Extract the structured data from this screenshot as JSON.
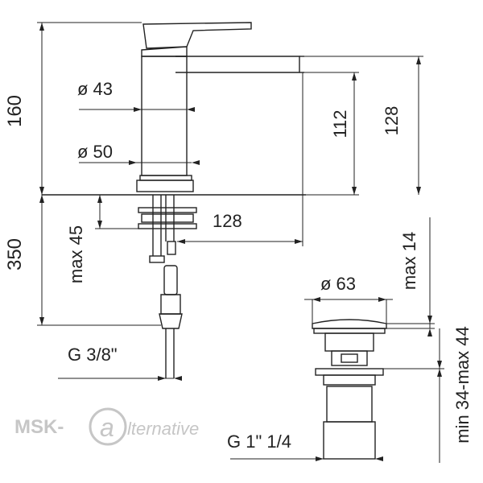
{
  "colors": {
    "line": "#222222",
    "watermark": "#c6c6c6"
  },
  "dimensions": {
    "height_total": "160",
    "dia_body": "ø 43",
    "dia_base": "ø 50",
    "spout_height": "112",
    "spout_top_height": "128",
    "spout_reach": "128",
    "deck_thickness": "max 45",
    "hose_length": "350",
    "inlet_thread": "G 3/8\"",
    "waste_dia": "ø 63",
    "waste_cap_height": "max 14",
    "waste_range": "min 34-max 44",
    "waste_thread": "G 1\" 1/4"
  },
  "watermark": {
    "prefix": "MSK-",
    "suffix": "lternative"
  }
}
